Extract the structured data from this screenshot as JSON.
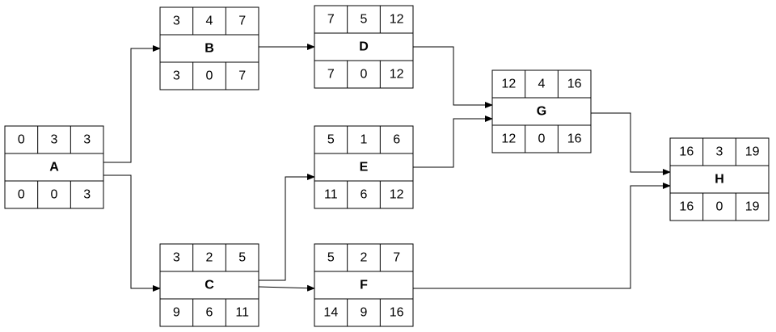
{
  "nodes": [
    {
      "id": "A",
      "name": "A",
      "top": [
        "0",
        "3",
        "3"
      ],
      "bottom": [
        "0",
        "0",
        "3"
      ]
    },
    {
      "id": "B",
      "name": "B",
      "top": [
        "3",
        "4",
        "7"
      ],
      "bottom": [
        "3",
        "0",
        "7"
      ]
    },
    {
      "id": "C",
      "name": "C",
      "top": [
        "3",
        "2",
        "5"
      ],
      "bottom": [
        "9",
        "6",
        "11"
      ]
    },
    {
      "id": "D",
      "name": "D",
      "top": [
        "7",
        "5",
        "12"
      ],
      "bottom": [
        "7",
        "0",
        "12"
      ]
    },
    {
      "id": "E",
      "name": "E",
      "top": [
        "5",
        "1",
        "6"
      ],
      "bottom": [
        "11",
        "6",
        "12"
      ]
    },
    {
      "id": "F",
      "name": "F",
      "top": [
        "5",
        "2",
        "7"
      ],
      "bottom": [
        "14",
        "9",
        "16"
      ]
    },
    {
      "id": "G",
      "name": "G",
      "top": [
        "12",
        "4",
        "16"
      ],
      "bottom": [
        "12",
        "0",
        "16"
      ]
    },
    {
      "id": "H",
      "name": "H",
      "top": [
        "16",
        "3",
        "19"
      ],
      "bottom": [
        "16",
        "0",
        "19"
      ]
    }
  ],
  "edges": [
    {
      "from": "A",
      "to": "B"
    },
    {
      "from": "A",
      "to": "C"
    },
    {
      "from": "B",
      "to": "D"
    },
    {
      "from": "C",
      "to": "E"
    },
    {
      "from": "C",
      "to": "F"
    },
    {
      "from": "D",
      "to": "G"
    },
    {
      "from": "E",
      "to": "G"
    },
    {
      "from": "G",
      "to": "H"
    },
    {
      "from": "F",
      "to": "H"
    }
  ]
}
